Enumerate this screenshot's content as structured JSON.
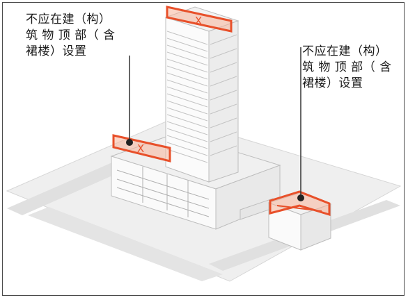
{
  "annotations": {
    "left": "不应在建（构）\n筑 物 顶 部（ 含\n裙楼）设置",
    "right": "不应在建（构）\n筑 物 顶 部（ 含\n裙楼）设置"
  },
  "markers": {
    "prohibited_symbol": "X"
  },
  "colors": {
    "highlight": "#e8502a",
    "highlight_fill": "#f7b59a",
    "leader": "#333333",
    "ground": "#efefef",
    "road": "#dcdcdc",
    "building": "#f5f5f5"
  }
}
